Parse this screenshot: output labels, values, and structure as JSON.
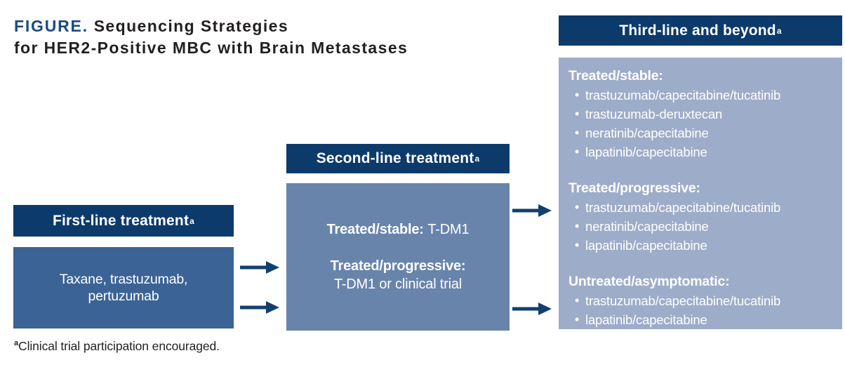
{
  "title": {
    "figure_label": "FIGURE.",
    "line1_rest": "Sequencing Strategies",
    "line2": "for HER2-Positive MBC with Brain Metastases"
  },
  "boxes": {
    "first": {
      "header": "First-line treatment",
      "header_sup": "a",
      "body_line1": "Taxane, trastuzumab,",
      "body_line2": "pertuzumab"
    },
    "second": {
      "header": "Second-line treatment",
      "header_sup": "a",
      "stable_label": "Treated/stable:",
      "stable_value": "T-DM1",
      "progressive_label": "Treated/progressive:",
      "progressive_value": "T-DM1 or clinical trial"
    },
    "third": {
      "header": "Third-line and beyond",
      "header_sup": "a",
      "sections": [
        {
          "label": "Treated/stable:",
          "items": [
            "trastuzumab/capecitabine/tucatinib",
            "trastuzumab-deruxtecan",
            "neratinib/capecitabine",
            "lapatinib/capecitabine"
          ]
        },
        {
          "label": "Treated/progressive:",
          "items": [
            "trastuzumab/capecitabine/tucatinib",
            "neratinib/capecitabine",
            "lapatinib/capecitabine"
          ]
        },
        {
          "label": "Untreated/asymptomatic:",
          "items": [
            "trastuzumab/capecitabine/tucatinib",
            "lapatinib/capecitabine"
          ]
        }
      ]
    }
  },
  "footnote": {
    "marker": "a",
    "text": "Clinical trial participation encouraged."
  },
  "icons": {
    "bullet": "•"
  },
  "colors": {
    "header_navy": "#0c3a6b",
    "first_body_blue": "#3b6396",
    "second_body_blue": "#6884ab",
    "third_body_blue": "#9dacc8",
    "arrow_navy": "#11406f",
    "figure_label_navy": "#1b4a7e",
    "text_dark": "#231f20",
    "box_text_white": "#ffffff"
  }
}
